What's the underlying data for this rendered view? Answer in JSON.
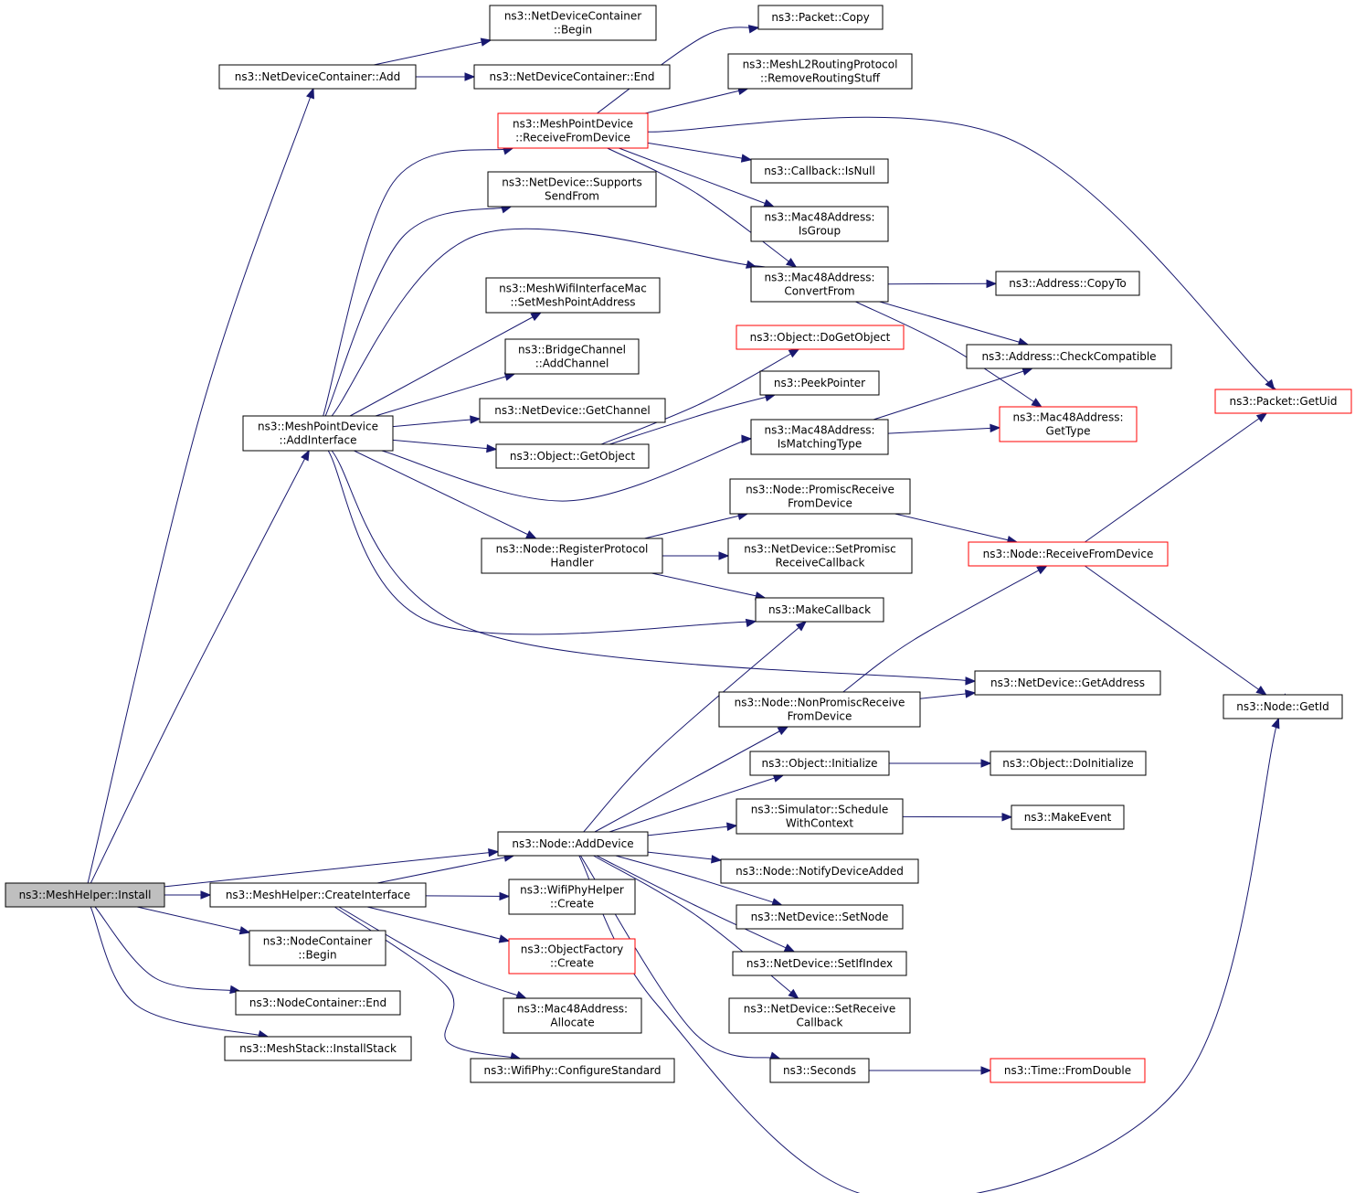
{
  "graph": {
    "nodes": [
      {
        "id": "install",
        "lines": [
          "ns3::MeshHelper::Install"
        ],
        "style": "root"
      },
      {
        "id": "ndc_add",
        "lines": [
          "ns3::NetDeviceContainer::Add"
        ],
        "style": "normal"
      },
      {
        "id": "ndc_begin",
        "lines": [
          "ns3::NetDeviceContainer",
          "::Begin"
        ],
        "style": "normal"
      },
      {
        "id": "ndc_end",
        "lines": [
          "ns3::NetDeviceContainer::End"
        ],
        "style": "normal"
      },
      {
        "id": "mpd_addif",
        "lines": [
          "ns3::MeshPointDevice",
          "::AddInterface"
        ],
        "style": "normal"
      },
      {
        "id": "mpd_recv",
        "lines": [
          "ns3::MeshPointDevice",
          "::ReceiveFromDevice"
        ],
        "style": "red"
      },
      {
        "id": "pkt_copy",
        "lines": [
          "ns3::Packet::Copy"
        ],
        "style": "normal"
      },
      {
        "id": "ml2_remove",
        "lines": [
          "ns3::MeshL2RoutingProtocol",
          "::RemoveRoutingStuff"
        ],
        "style": "normal"
      },
      {
        "id": "cb_isnull",
        "lines": [
          "ns3::Callback::IsNull"
        ],
        "style": "normal"
      },
      {
        "id": "mac_isgroup",
        "lines": [
          "ns3::Mac48Address:",
          "IsGroup"
        ],
        "style": "normal"
      },
      {
        "id": "mac_convfrom",
        "lines": [
          "ns3::Mac48Address:",
          "ConvertFrom"
        ],
        "style": "normal"
      },
      {
        "id": "addr_copyto",
        "lines": [
          "ns3::Address::CopyTo"
        ],
        "style": "normal"
      },
      {
        "id": "addr_check",
        "lines": [
          "ns3::Address::CheckCompatible"
        ],
        "style": "normal"
      },
      {
        "id": "pkt_getuid",
        "lines": [
          "ns3::Packet::GetUid"
        ],
        "style": "red"
      },
      {
        "id": "mac_gettype",
        "lines": [
          "ns3::Mac48Address:",
          "GetType"
        ],
        "style": "red"
      },
      {
        "id": "nd_supports",
        "lines": [
          "ns3::NetDevice::Supports",
          "SendFrom"
        ],
        "style": "normal"
      },
      {
        "id": "mwim_setmp",
        "lines": [
          "ns3::MeshWifiInterfaceMac",
          "::SetMeshPointAddress"
        ],
        "style": "normal"
      },
      {
        "id": "bc_addch",
        "lines": [
          "ns3::BridgeChannel",
          "::AddChannel"
        ],
        "style": "normal"
      },
      {
        "id": "nd_getch",
        "lines": [
          "ns3::NetDevice::GetChannel"
        ],
        "style": "normal"
      },
      {
        "id": "obj_getobj",
        "lines": [
          "ns3::Object::GetObject"
        ],
        "style": "normal"
      },
      {
        "id": "obj_dogetobj",
        "lines": [
          "ns3::Object::DoGetObject"
        ],
        "style": "red"
      },
      {
        "id": "peekptr",
        "lines": [
          "ns3::PeekPointer"
        ],
        "style": "normal"
      },
      {
        "id": "mac_ismatch",
        "lines": [
          "ns3::Mac48Address:",
          "IsMatchingType"
        ],
        "style": "normal"
      },
      {
        "id": "node_regph",
        "lines": [
          "ns3::Node::RegisterProtocol",
          "Handler"
        ],
        "style": "normal"
      },
      {
        "id": "node_promrecv",
        "lines": [
          "ns3::Node::PromiscReceive",
          "FromDevice"
        ],
        "style": "normal"
      },
      {
        "id": "nd_setpromcb",
        "lines": [
          "ns3::NetDevice::SetPromisc",
          "ReceiveCallback"
        ],
        "style": "normal"
      },
      {
        "id": "node_recvfrom",
        "lines": [
          "ns3::Node::ReceiveFromDevice"
        ],
        "style": "red"
      },
      {
        "id": "makecb",
        "lines": [
          "ns3::MakeCallback"
        ],
        "style": "normal"
      },
      {
        "id": "nd_getaddr",
        "lines": [
          "ns3::NetDevice::GetAddress"
        ],
        "style": "normal"
      },
      {
        "id": "node_getid",
        "lines": [
          "ns3::Node::GetId"
        ],
        "style": "normal"
      },
      {
        "id": "node_nonprom",
        "lines": [
          "ns3::Node::NonPromiscReceive",
          "FromDevice"
        ],
        "style": "normal"
      },
      {
        "id": "obj_init",
        "lines": [
          "ns3::Object::Initialize"
        ],
        "style": "normal"
      },
      {
        "id": "obj_doinit",
        "lines": [
          "ns3::Object::DoInitialize"
        ],
        "style": "normal"
      },
      {
        "id": "sim_sched",
        "lines": [
          "ns3::Simulator::Schedule",
          "WithContext"
        ],
        "style": "normal"
      },
      {
        "id": "makeevent",
        "lines": [
          "ns3::MakeEvent"
        ],
        "style": "normal"
      },
      {
        "id": "node_adddev",
        "lines": [
          "ns3::Node::AddDevice"
        ],
        "style": "normal"
      },
      {
        "id": "node_notify",
        "lines": [
          "ns3::Node::NotifyDeviceAdded"
        ],
        "style": "normal"
      },
      {
        "id": "nd_setnode",
        "lines": [
          "ns3::NetDevice::SetNode"
        ],
        "style": "normal"
      },
      {
        "id": "nd_setifidx",
        "lines": [
          "ns3::NetDevice::SetIfIndex"
        ],
        "style": "normal"
      },
      {
        "id": "nd_setrecvcb",
        "lines": [
          "ns3::NetDevice::SetReceive",
          "Callback"
        ],
        "style": "normal"
      },
      {
        "id": "seconds",
        "lines": [
          "ns3::Seconds"
        ],
        "style": "normal"
      },
      {
        "id": "time_fromdbl",
        "lines": [
          "ns3::Time::FromDouble"
        ],
        "style": "red"
      },
      {
        "id": "mh_createif",
        "lines": [
          "ns3::MeshHelper::CreateInterface"
        ],
        "style": "normal"
      },
      {
        "id": "wph_create",
        "lines": [
          "ns3::WifiPhyHelper",
          "::Create"
        ],
        "style": "normal"
      },
      {
        "id": "of_create",
        "lines": [
          "ns3::ObjectFactory",
          "::Create"
        ],
        "style": "red"
      },
      {
        "id": "mac_alloc",
        "lines": [
          "ns3::Mac48Address:",
          "Allocate"
        ],
        "style": "normal"
      },
      {
        "id": "wp_confstd",
        "lines": [
          "ns3::WifiPhy::ConfigureStandard"
        ],
        "style": "normal"
      },
      {
        "id": "nc_begin",
        "lines": [
          "ns3::NodeContainer",
          "::Begin"
        ],
        "style": "normal"
      },
      {
        "id": "nc_end",
        "lines": [
          "ns3::NodeContainer::End"
        ],
        "style": "normal"
      },
      {
        "id": "ms_installstack",
        "lines": [
          "ns3::MeshStack::InstallStack"
        ],
        "style": "normal"
      }
    ],
    "edges": [
      [
        "install",
        "ndc_add"
      ],
      [
        "install",
        "mpd_addif"
      ],
      [
        "install",
        "node_adddev"
      ],
      [
        "install",
        "mh_createif"
      ],
      [
        "install",
        "nc_begin"
      ],
      [
        "install",
        "nc_end"
      ],
      [
        "install",
        "ms_installstack"
      ],
      [
        "ndc_add",
        "ndc_begin"
      ],
      [
        "ndc_add",
        "ndc_end"
      ],
      [
        "mpd_addif",
        "mpd_recv"
      ],
      [
        "mpd_addif",
        "nd_supports"
      ],
      [
        "mpd_addif",
        "mac_convfrom"
      ],
      [
        "mpd_addif",
        "mwim_setmp"
      ],
      [
        "mpd_addif",
        "bc_addch"
      ],
      [
        "mpd_addif",
        "nd_getch"
      ],
      [
        "mpd_addif",
        "obj_getobj"
      ],
      [
        "mpd_addif",
        "mac_ismatch"
      ],
      [
        "mpd_addif",
        "node_regph"
      ],
      [
        "mpd_addif",
        "makecb"
      ],
      [
        "mpd_addif",
        "nd_getaddr"
      ],
      [
        "mpd_recv",
        "pkt_copy"
      ],
      [
        "mpd_recv",
        "ml2_remove"
      ],
      [
        "mpd_recv",
        "cb_isnull"
      ],
      [
        "mpd_recv",
        "mac_isgroup"
      ],
      [
        "mpd_recv",
        "mac_convfrom"
      ],
      [
        "mpd_recv",
        "pkt_getuid"
      ],
      [
        "mac_convfrom",
        "addr_copyto"
      ],
      [
        "mac_convfrom",
        "addr_check"
      ],
      [
        "mac_convfrom",
        "mac_gettype"
      ],
      [
        "obj_getobj",
        "obj_dogetobj"
      ],
      [
        "obj_getobj",
        "peekptr"
      ],
      [
        "mac_ismatch",
        "addr_check"
      ],
      [
        "mac_ismatch",
        "mac_gettype"
      ],
      [
        "node_regph",
        "node_promrecv"
      ],
      [
        "node_regph",
        "nd_setpromcb"
      ],
      [
        "node_regph",
        "makecb"
      ],
      [
        "node_promrecv",
        "node_recvfrom"
      ],
      [
        "node_recvfrom",
        "pkt_getuid"
      ],
      [
        "node_recvfrom",
        "node_getid"
      ],
      [
        "node_nonprom",
        "node_recvfrom"
      ],
      [
        "node_nonprom",
        "nd_getaddr"
      ],
      [
        "node_adddev",
        "makecb"
      ],
      [
        "node_adddev",
        "node_nonprom"
      ],
      [
        "node_adddev",
        "obj_init"
      ],
      [
        "node_adddev",
        "sim_sched"
      ],
      [
        "node_adddev",
        "node_notify"
      ],
      [
        "node_adddev",
        "nd_setnode"
      ],
      [
        "node_adddev",
        "nd_setifidx"
      ],
      [
        "node_adddev",
        "nd_setrecvcb"
      ],
      [
        "node_adddev",
        "seconds"
      ],
      [
        "node_adddev",
        "node_getid"
      ],
      [
        "obj_init",
        "obj_doinit"
      ],
      [
        "sim_sched",
        "makeevent"
      ],
      [
        "seconds",
        "time_fromdbl"
      ],
      [
        "mh_createif",
        "node_adddev"
      ],
      [
        "mh_createif",
        "wph_create"
      ],
      [
        "mh_createif",
        "of_create"
      ],
      [
        "mh_createif",
        "mac_alloc"
      ],
      [
        "mh_createif",
        "wp_confstd"
      ]
    ]
  }
}
